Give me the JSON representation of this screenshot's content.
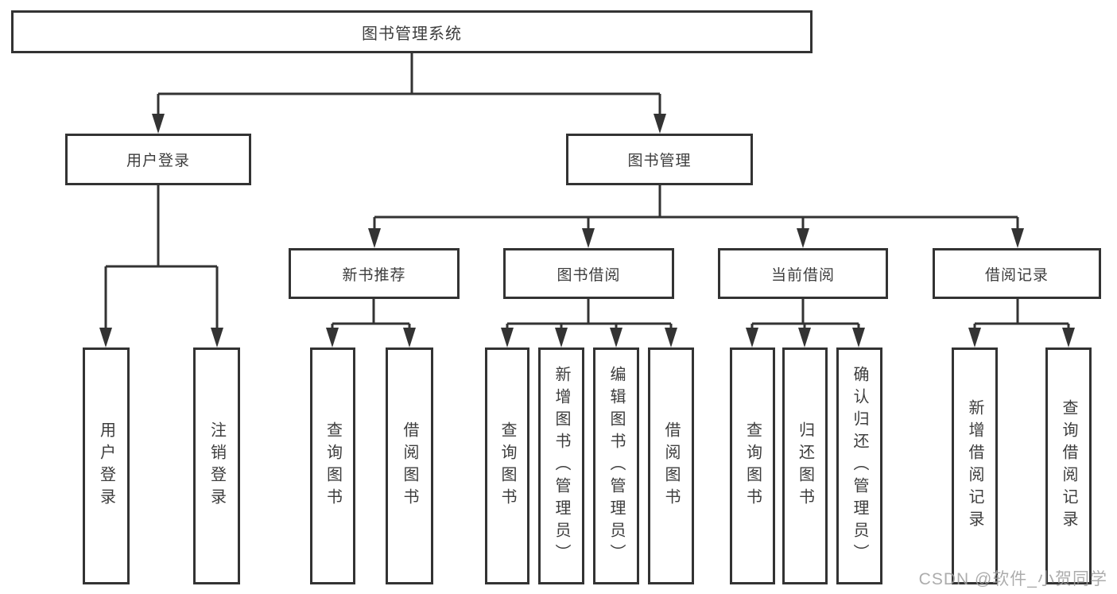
{
  "diagram": {
    "root": {
      "label": "图书管理系统"
    },
    "branches": [
      {
        "label": "用户登录"
      },
      {
        "label": "图书管理"
      }
    ],
    "modules": [
      {
        "label": "新书推荐"
      },
      {
        "label": "图书借阅"
      },
      {
        "label": "当前借阅"
      },
      {
        "label": "借阅记录"
      }
    ],
    "leaves": [
      {
        "label": "用户登录"
      },
      {
        "label": "注销登录"
      },
      {
        "label": "查询图书"
      },
      {
        "label": "借阅图书"
      },
      {
        "label": "查询图书"
      },
      {
        "label": "新增图书（管理员）"
      },
      {
        "label": "编辑图书（管理员）"
      },
      {
        "label": "借阅图书"
      },
      {
        "label": "查询图书"
      },
      {
        "label": "归还图书"
      },
      {
        "label": "确认归还（管理员）"
      },
      {
        "label": "新增借阅记录"
      },
      {
        "label": "查询借阅记录"
      }
    ]
  },
  "watermark": {
    "text": "CSDN @软件_小贺同学"
  },
  "colors": {
    "line": "#333333",
    "node_text": "#3d3d3d",
    "watermark": "#9e9e9e",
    "background": "#ffffff"
  }
}
